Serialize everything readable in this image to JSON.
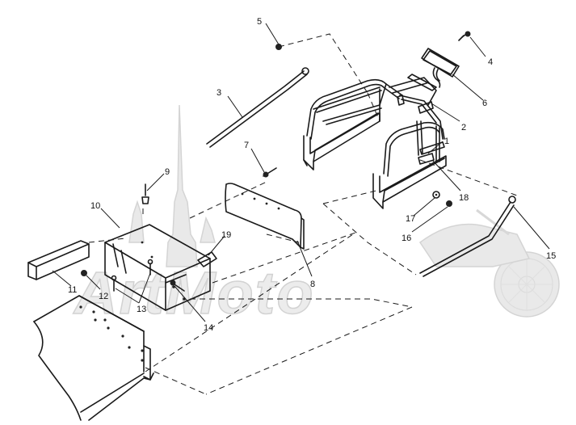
{
  "diagram": {
    "type": "exploded-parts-diagram",
    "watermark_text": "ArtMoto",
    "callouts": [
      {
        "id": "c1",
        "label": "1"
      },
      {
        "id": "c2",
        "label": "2"
      },
      {
        "id": "c3",
        "label": "3"
      },
      {
        "id": "c4",
        "label": "4"
      },
      {
        "id": "c5",
        "label": "5"
      },
      {
        "id": "c6",
        "label": "6"
      },
      {
        "id": "c7",
        "label": "7"
      },
      {
        "id": "c8",
        "label": "8"
      },
      {
        "id": "c9",
        "label": "9"
      },
      {
        "id": "c10",
        "label": "10"
      },
      {
        "id": "c11",
        "label": "11"
      },
      {
        "id": "c12",
        "label": "12"
      },
      {
        "id": "c13",
        "label": "13"
      },
      {
        "id": "c14",
        "label": "14"
      },
      {
        "id": "c15",
        "label": "15"
      },
      {
        "id": "c16",
        "label": "16"
      },
      {
        "id": "c17",
        "label": "17"
      },
      {
        "id": "c18",
        "label": "18"
      },
      {
        "id": "c19",
        "label": "19"
      }
    ]
  }
}
